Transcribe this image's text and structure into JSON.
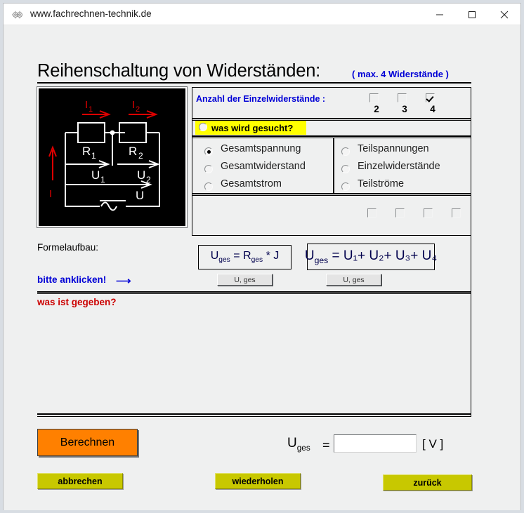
{
  "window": {
    "title": "www.fachrechnen-technik.de",
    "icon": "gears-icon",
    "minimize": "–",
    "maximize": "□",
    "close": "×"
  },
  "header": {
    "title": "Reihenschaltung von Widerständen:",
    "note": "( max. 4 Widerstände )",
    "note_color": "#0000d6"
  },
  "circuit": {
    "labels": {
      "i1": "I",
      "i1_sub": "1",
      "i2": "I",
      "i2_sub": "2",
      "i_total": "I",
      "r1": "R",
      "r1_sub": "1",
      "r2": "R",
      "r2_sub": "2",
      "u1": "U",
      "u1_sub": "1",
      "u2": "U",
      "u2_sub": "2",
      "u": "U"
    },
    "wire_color": "#ffffff",
    "current_color": "#dd0000",
    "background": "#000000"
  },
  "panel": {
    "count_label": "Anzahl der Einzelwiderstände :",
    "count_options": [
      {
        "label": "2",
        "checked": false
      },
      {
        "label": "3",
        "checked": false
      },
      {
        "label": "4",
        "checked": true
      }
    ],
    "gesucht_label": "was wird gesucht?",
    "gesucht_selected": false,
    "gesucht_highlight": "#ffff00",
    "options_left": [
      {
        "label": "Gesamtspannung",
        "selected": true
      },
      {
        "label": "Gesamtwiderstand",
        "selected": false
      },
      {
        "label": "Gesamtstrom",
        "selected": false
      }
    ],
    "options_right": [
      {
        "label": "Teilspannungen",
        "selected": false
      },
      {
        "label": "Einzelwiderstände",
        "selected": false
      },
      {
        "label": "Teilströme",
        "selected": false
      }
    ],
    "bottom_checkboxes": [
      {
        "checked": false
      },
      {
        "checked": false
      },
      {
        "checked": false
      },
      {
        "checked": false
      }
    ]
  },
  "formula": {
    "section_label": "Formelaufbau:",
    "click_hint": "bitte anklicken!",
    "click_arrow": "⟶",
    "box1": {
      "main": "U",
      "sub": "ges",
      "rest": " =  R",
      "rest_sub": "ges",
      "tail": "  *   J"
    },
    "box2": {
      "main": "U",
      "sub": "ges",
      "expr": " = U₁+ U₂+ U₃+ U₄"
    },
    "button1": "U, ges",
    "button2": "U, ges",
    "given_label": "was ist gegeben?",
    "given_color": "#cc0000"
  },
  "actions": {
    "calculate": "Berechnen",
    "calculate_color": "#ff8000",
    "cancel": "abbrechen",
    "repeat": "wiederholen",
    "back": "zurück",
    "yellow_color": "#c8c800"
  },
  "result": {
    "symbol": "U",
    "symbol_sub": "ges",
    "equals": "=",
    "value": "",
    "placeholder": "",
    "unit": "[ V ]"
  }
}
